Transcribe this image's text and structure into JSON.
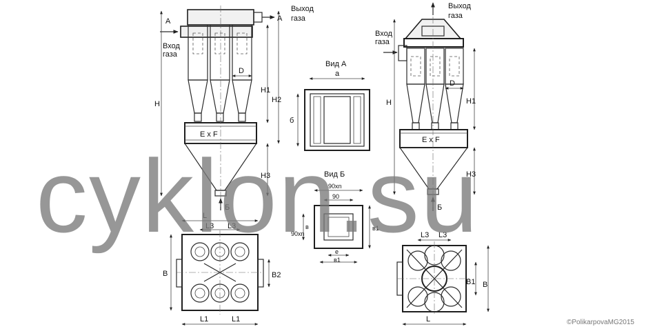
{
  "labels": {
    "gas_outlet_line1": "Выход",
    "gas_outlet_line2": "газа",
    "gas_inlet_line1": "Вход",
    "gas_inlet_line2": "газа",
    "section_a": "А",
    "section_b": "Б",
    "view_a": "Вид А",
    "view_b": "Вид Б",
    "dim_H": "H",
    "dim_H1": "H1",
    "dim_H2": "H2",
    "dim_H3": "H3",
    "dim_D": "D",
    "dim_ExF": "E x F",
    "dim_a": "a",
    "dim_b": "б",
    "dim_L": "L",
    "dim_L1": "L1",
    "dim_L3": "L3",
    "dim_B": "B",
    "dim_B1": "B1",
    "dim_B2": "B2",
    "dim_90n": "90xn",
    "dim_90": "90",
    "dim_v": "в",
    "dim_v1": "в1",
    "dim_e": "e"
  },
  "watermark": "cyklon.su",
  "copyright": "©PolikarpovaMG2015",
  "colors": {
    "line": "#1e1e1e",
    "watermark": "#7a7a7a",
    "background": "#ffffff"
  }
}
